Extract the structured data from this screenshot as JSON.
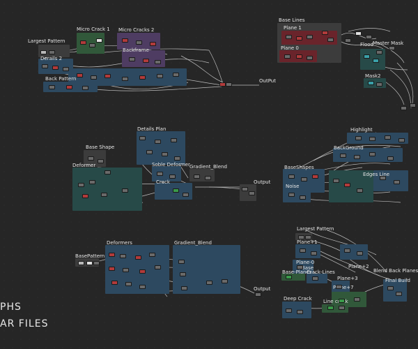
{
  "graphs": {
    "g1": {
      "group_labels": [
        "Largest Pattern",
        "Micro Crack 1",
        "Micro Cracks 2",
        "Backframe",
        "Derails 2",
        "Back Pattern"
      ],
      "output": "OutPut"
    },
    "g2": {
      "group_labels": [
        "Base Lines",
        "Plane 1",
        "Plane 0",
        "Flood",
        "Master Mask",
        "Mask2"
      ]
    },
    "g3": {
      "group_labels": [
        "Details Plan",
        "Base Shape",
        "Deformer",
        "Soble Deformer",
        "Gradient_Blend",
        "Crack"
      ],
      "output": "Output"
    },
    "g4": {
      "group_labels": [
        "Highlight",
        "BackGround",
        "BaseShapes",
        "Edges Line",
        "Noise"
      ]
    },
    "g5": {
      "group_labels": [
        "BasePattern",
        "Deformers",
        "Gradient_Blend"
      ],
      "output": "Output"
    },
    "g6": {
      "group_labels": [
        "Largest Pattern",
        "Plane+1",
        "Plane-0",
        "Base",
        "Base-Planes",
        "Crack-Lines",
        "Plane+2",
        "Blend Back Planes",
        "Plane+3",
        "Final Build",
        "Plane+7",
        "Deep Crack",
        "Line crack"
      ]
    }
  },
  "overlay_text": {
    "line1": "PHS",
    "line2": "AR FILES"
  },
  "colors": {
    "canvas": "#262626",
    "frame_blue": "#2d4960",
    "frame_green": "#31583a",
    "frame_purple": "#4e3c62",
    "frame_red": "#6a242b",
    "frame_gray": "#3c3c3c",
    "frame_teal": "#274a48",
    "wire": "#bdbdbd"
  }
}
